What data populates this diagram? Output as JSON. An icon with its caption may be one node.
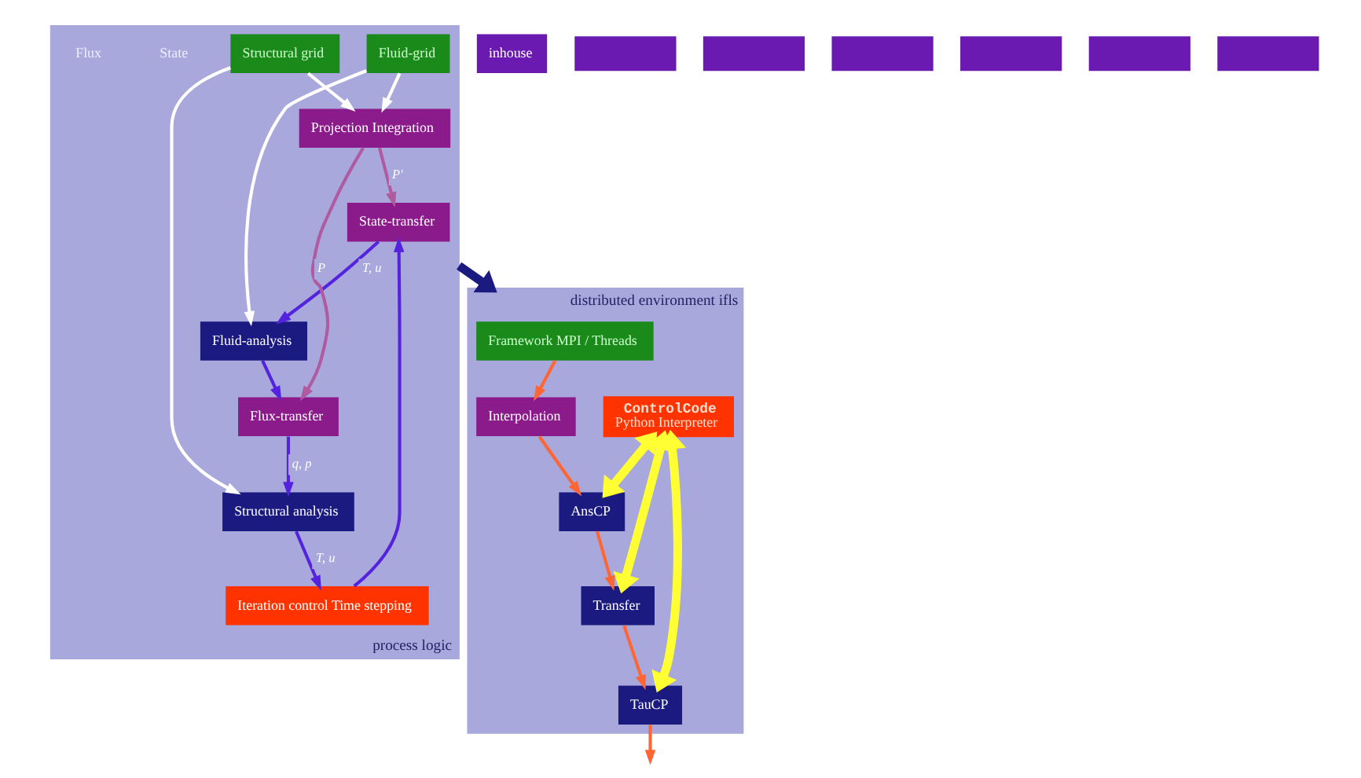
{
  "diagram": {
    "nodes": [
      {
        "text": [
          "process logic"
        ]
      },
      {
        "text": [
          "State-transfer"
        ],
        "in": 0
      },
      {
        "text": [
          "Iteration control Time stepping"
        ],
        "in": 0
      },
      {
        "text": [
          "Fluid-grid"
        ],
        "in": 0
      },
      {
        "text": [
          "Projection Integration"
        ],
        "in": 0
      },
      {
        "text": [
          "Structural analysis"
        ],
        "in": 0
      },
      {
        "text": [
          "Fluid-analysis"
        ],
        "in": 0
      },
      {
        "text": [
          "Structural grid"
        ],
        "in": 0
      },
      {
        "text": [
          "Flux-transfer"
        ],
        "in": 0
      },
      {
        "text": [
          "distributed environment ifls"
        ]
      },
      {
        "text": [
          "Framework MPI / Threads"
        ],
        "in": 9
      },
      {
        "text": [
          "Interpolation"
        ],
        "in": 9
      },
      {
        "text": [
          "ControlCode",
          "Python Interpreter"
        ],
        "in": 9
      },
      {
        "text": [
          "AnsCP"
        ],
        "in": 9
      },
      {
        "text": [
          "Transfer"
        ],
        "in": 9
      },
      {
        "text": [
          "TauCP"
        ],
        "in": 9
      },
      {
        "text": [
          "inhouse"
        ]
      },
      {
        "text": [],
        "shape": "box"
      },
      {
        "text": [],
        "shape": "box"
      },
      {
        "text": [],
        "shape": "box"
      },
      {
        "text": [],
        "shape": "box"
      },
      {
        "text": [],
        "shape": "box"
      },
      {
        "text": [],
        "shape": "box"
      }
    ],
    "edges": [
      {
        "from": 0,
        "to": 9,
        "arrow": "to",
        "style": "thick",
        "color": "#1a1a80"
      },
      {
        "from": 2,
        "to": 1,
        "arrow": "to"
      },
      {
        "from": 1,
        "to": 6,
        "arrow": "to",
        "label": "T, u"
      },
      {
        "from": 4,
        "to": 1,
        "arrow": "to",
        "label": "P'",
        "color": "#b05aa0"
      },
      {
        "from": 3,
        "to": 6,
        "arrow": "to",
        "color": "#ffffff"
      },
      {
        "from": 3,
        "to": 4,
        "arrow": "to",
        "color": "#ffffff"
      },
      {
        "from": 5,
        "to": 2,
        "arrow": "to",
        "label": "T, u"
      },
      {
        "from": 7,
        "to": 5,
        "arrow": "to",
        "color": "#ffffff"
      },
      {
        "from": 7,
        "to": 4,
        "arrow": "to",
        "color": "#ffffff"
      },
      {
        "from": 4,
        "to": 8,
        "arrow": "to",
        "label": "P",
        "color": "#b05aa0"
      },
      {
        "from": 6,
        "to": 8,
        "arrow": "to"
      },
      {
        "from": 8,
        "to": 5,
        "arrow": "to",
        "label": "q, p"
      },
      {
        "from": 10,
        "to": 11,
        "arrow": "to",
        "color": "#ff6633"
      },
      {
        "from": 11,
        "to": 13,
        "arrow": "to",
        "color": "#ff6633"
      },
      {
        "from": 13,
        "to": 14,
        "arrow": "to",
        "color": "#ff6633"
      },
      {
        "from": 14,
        "to": 15,
        "arrow": "to",
        "color": "#ff6633"
      },
      {
        "from": 15,
        "to": null,
        "arrow": "to",
        "color": "#ff6633"
      },
      {
        "from": 12,
        "to": 13,
        "arrow": "both",
        "style": "thick",
        "color": "#ffff33"
      },
      {
        "from": 12,
        "to": 14,
        "arrow": "both",
        "style": "thick",
        "color": "#ffff33"
      },
      {
        "from": 12,
        "to": 15,
        "arrow": "both",
        "style": "thick",
        "color": "#ffff33"
      }
    ],
    "labels": [
      "State",
      "Flux"
    ]
  }
}
